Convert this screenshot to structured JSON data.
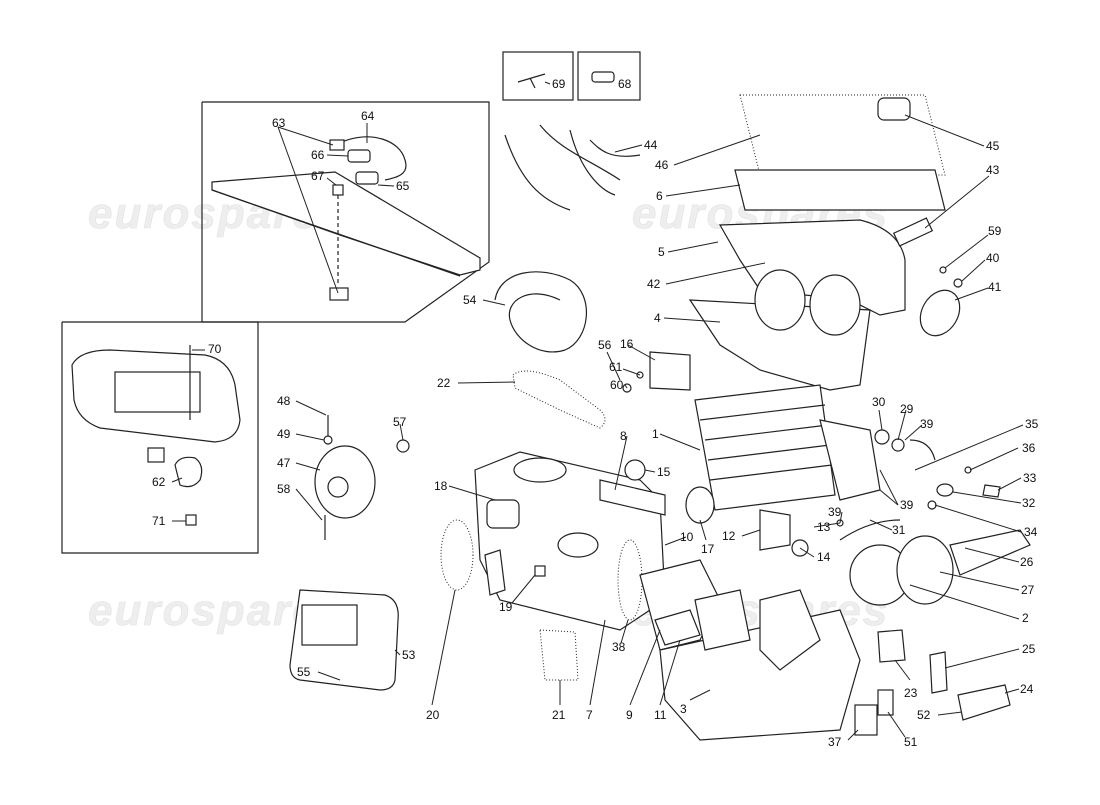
{
  "watermark": "eurospares",
  "parts": [
    {
      "id": "p1",
      "label": "1"
    },
    {
      "id": "p2",
      "label": "2"
    },
    {
      "id": "p3",
      "label": "3"
    },
    {
      "id": "p4",
      "label": "4"
    },
    {
      "id": "p5",
      "label": "5"
    },
    {
      "id": "p6",
      "label": "6"
    },
    {
      "id": "p7",
      "label": "7"
    },
    {
      "id": "p8",
      "label": "8"
    },
    {
      "id": "p9",
      "label": "9"
    },
    {
      "id": "p10",
      "label": "10"
    },
    {
      "id": "p11",
      "label": "11"
    },
    {
      "id": "p12",
      "label": "12"
    },
    {
      "id": "p13",
      "label": "13"
    },
    {
      "id": "p14",
      "label": "14"
    },
    {
      "id": "p15",
      "label": "15"
    },
    {
      "id": "p16",
      "label": "16"
    },
    {
      "id": "p17",
      "label": "17"
    },
    {
      "id": "p18",
      "label": "18"
    },
    {
      "id": "p19",
      "label": "19"
    },
    {
      "id": "p20",
      "label": "20"
    },
    {
      "id": "p21",
      "label": "21"
    },
    {
      "id": "p22",
      "label": "22"
    },
    {
      "id": "p23",
      "label": "23"
    },
    {
      "id": "p24",
      "label": "24"
    },
    {
      "id": "p25",
      "label": "25"
    },
    {
      "id": "p26",
      "label": "26"
    },
    {
      "id": "p27",
      "label": "27"
    },
    {
      "id": "p29",
      "label": "29"
    },
    {
      "id": "p30",
      "label": "30"
    },
    {
      "id": "p31",
      "label": "31"
    },
    {
      "id": "p32",
      "label": "32"
    },
    {
      "id": "p33",
      "label": "33"
    },
    {
      "id": "p34",
      "label": "34"
    },
    {
      "id": "p35",
      "label": "35"
    },
    {
      "id": "p36",
      "label": "36"
    },
    {
      "id": "p37",
      "label": "37"
    },
    {
      "id": "p38",
      "label": "38"
    },
    {
      "id": "p39",
      "label": "39"
    },
    {
      "id": "p40",
      "label": "40"
    },
    {
      "id": "p41",
      "label": "41"
    },
    {
      "id": "p42",
      "label": "42"
    },
    {
      "id": "p43",
      "label": "43"
    },
    {
      "id": "p44",
      "label": "44"
    },
    {
      "id": "p45",
      "label": "45"
    },
    {
      "id": "p46",
      "label": "46"
    },
    {
      "id": "p47",
      "label": "47"
    },
    {
      "id": "p48",
      "label": "48"
    },
    {
      "id": "p49",
      "label": "49"
    },
    {
      "id": "p51",
      "label": "51"
    },
    {
      "id": "p52",
      "label": "52"
    },
    {
      "id": "p53",
      "label": "53"
    },
    {
      "id": "p54",
      "label": "54"
    },
    {
      "id": "p55",
      "label": "55"
    },
    {
      "id": "p56",
      "label": "56"
    },
    {
      "id": "p57",
      "label": "57"
    },
    {
      "id": "p58",
      "label": "58"
    },
    {
      "id": "p59",
      "label": "59"
    },
    {
      "id": "p60",
      "label": "60"
    },
    {
      "id": "p61",
      "label": "61"
    },
    {
      "id": "p62",
      "label": "62"
    },
    {
      "id": "p63",
      "label": "63"
    },
    {
      "id": "p64",
      "label": "64"
    },
    {
      "id": "p65",
      "label": "65"
    },
    {
      "id": "p66",
      "label": "66"
    },
    {
      "id": "p67",
      "label": "67"
    },
    {
      "id": "p68",
      "label": "68"
    },
    {
      "id": "p69",
      "label": "69"
    },
    {
      "id": "p70",
      "label": "70"
    },
    {
      "id": "p71",
      "label": "71"
    }
  ]
}
